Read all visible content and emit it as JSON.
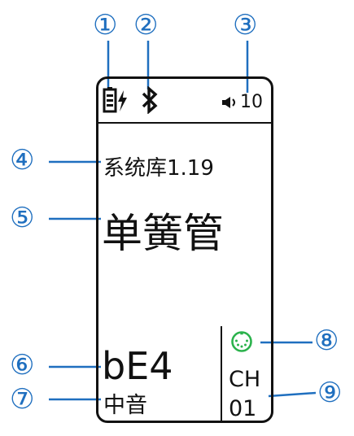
{
  "callouts": [
    "①",
    "②",
    "③",
    "④",
    "⑤",
    "⑥",
    "⑦",
    "⑧",
    "⑨"
  ],
  "status_bar": {
    "battery_icon": "battery-charging-icon",
    "bluetooth_icon": "bluetooth-icon",
    "volume_icon": "speaker-icon",
    "volume_value": "10"
  },
  "screen": {
    "library": "系统库1.19",
    "instrument": "单簧管",
    "note": "bE4",
    "range": "中音",
    "midi_icon": "midi-connector-icon",
    "midi_icon_color": "#2bb24c",
    "channel_label": "CH",
    "channel_value": "01"
  },
  "colors": {
    "callout": "#1f6fbf",
    "text": "#111111"
  }
}
